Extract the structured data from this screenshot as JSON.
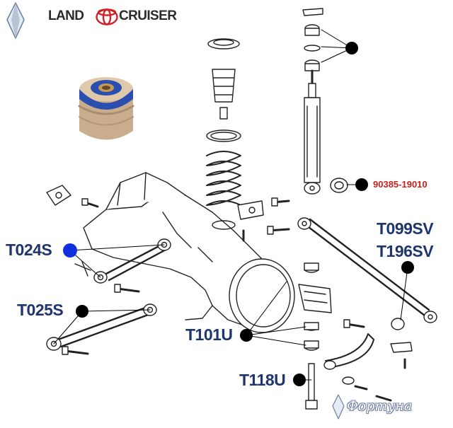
{
  "header": {
    "brand_left": "LAND",
    "brand_right": "CRUISER",
    "logo_icon": "toyota-logo-icon",
    "corner_icon": "diamond-logo-icon"
  },
  "part_labels": {
    "p90385": "90385-19010",
    "t099": "T099SV",
    "t196": "T196SV",
    "t024": "T024S",
    "t025": "T025S",
    "t101": "T101U",
    "t118": "T118U"
  },
  "watermark": {
    "text": "Фортуна",
    "icon": "diamond-logo-icon"
  },
  "colors": {
    "label_blue": "#1f3570",
    "label_red": "#cc2020",
    "marker_black": "#000000",
    "marker_blue": "#1030e0",
    "bushing_blue": "#2a4fb0",
    "bushing_tan": "#c9ad8c"
  }
}
